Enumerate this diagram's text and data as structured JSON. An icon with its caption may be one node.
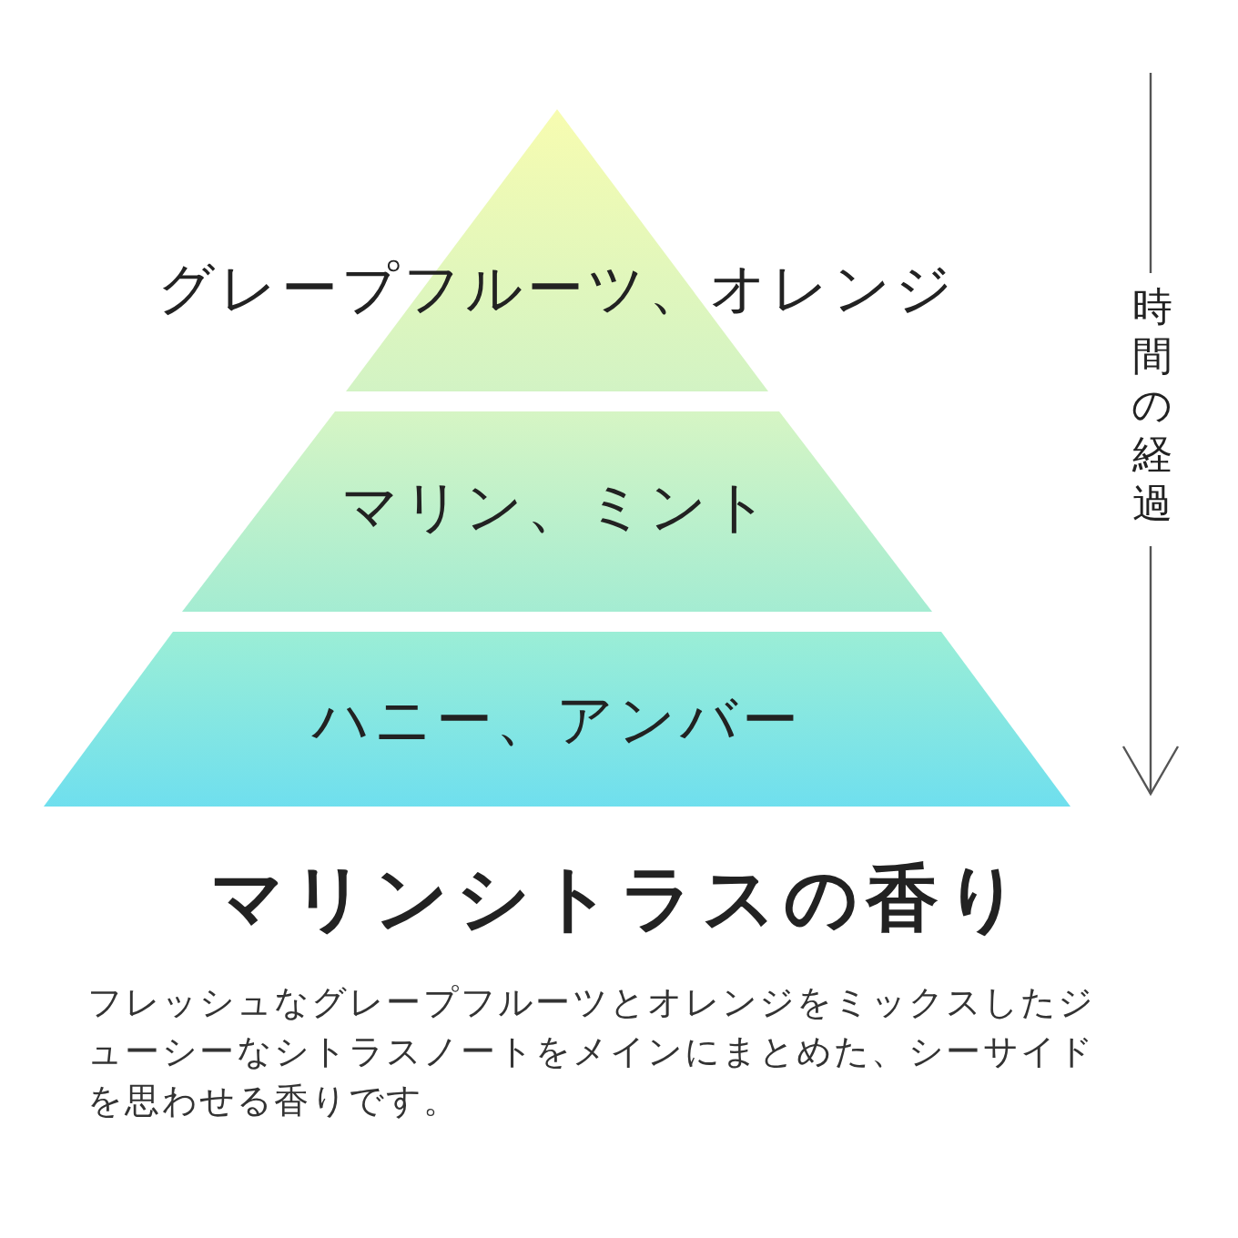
{
  "diagram": {
    "title": "マリンシトラスの香り",
    "nodes": [
      {
        "text": [
          "グレープフルーツ、オレンジ"
        ]
      },
      {
        "text": [
          "マリン、ミント"
        ]
      },
      {
        "text": [
          "ハニー、アンバー"
        ]
      }
    ],
    "labels": [
      "時間の経過",
      "フレッシュなグレープフルーツとオレンジをミックスしたジューシーなシトラスノートをメインにまとめた、シーサイドを思わせる香りです。"
    ]
  }
}
